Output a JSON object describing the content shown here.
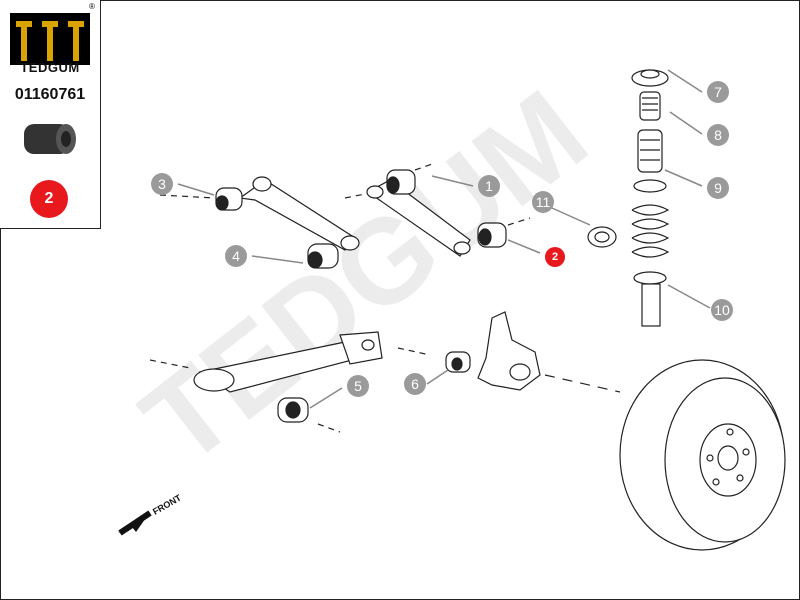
{
  "brand": {
    "name": "TEDGUM",
    "registered_mark": "®"
  },
  "part_number": "01160761",
  "selected_position": "2",
  "watermark_text": "TEDGUM",
  "front_label": "FRONT",
  "callouts": [
    {
      "id": "1",
      "label": "1"
    },
    {
      "id": "2",
      "label": "2",
      "highlight": true
    },
    {
      "id": "3",
      "label": "3"
    },
    {
      "id": "4",
      "label": "4"
    },
    {
      "id": "5",
      "label": "5"
    },
    {
      "id": "6",
      "label": "6"
    },
    {
      "id": "7",
      "label": "7"
    },
    {
      "id": "8",
      "label": "8"
    },
    {
      "id": "9",
      "label": "9"
    },
    {
      "id": "10",
      "label": "10"
    },
    {
      "id": "11",
      "label": "11"
    }
  ],
  "colors": {
    "callout_fill": "#9a9a9a",
    "highlight": "#e8191d",
    "line": "#222222",
    "watermark": "#ececec"
  }
}
